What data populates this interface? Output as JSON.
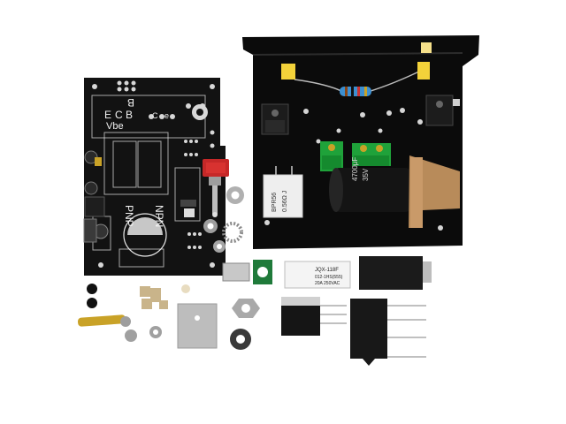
{
  "pcb": {
    "labels": {
      "b": "B",
      "e": "E",
      "c": "C",
      "b2": "B",
      "vbe": "Vbe",
      "c2": "C",
      "e2": "e",
      "npn": "NPN",
      "pnp": "PNP"
    }
  },
  "relay": {
    "brand": "JQX-118F",
    "line2": "012-1HS(555)",
    "line3": "20A 250VAC"
  },
  "resistor": {
    "line1": "BPR56",
    "line2": "0.56Ω J"
  },
  "capacitor": {
    "line1": "4700μF",
    "line2": "35V"
  },
  "colors": {
    "background": "#ffffff",
    "pcb": "#121212",
    "silkscreen": "#f2f2f2",
    "chassis": "#0b0b0b",
    "terminal_green": "#1fa23a",
    "copper_tape": "#b88b5a",
    "ceramic": "#eeeeee"
  },
  "icons": {
    "toggle_switch": "toggle-switch-icon",
    "dc_jack": "dc-jack-icon",
    "trimmer_pot": "trimmer-pot-icon"
  }
}
